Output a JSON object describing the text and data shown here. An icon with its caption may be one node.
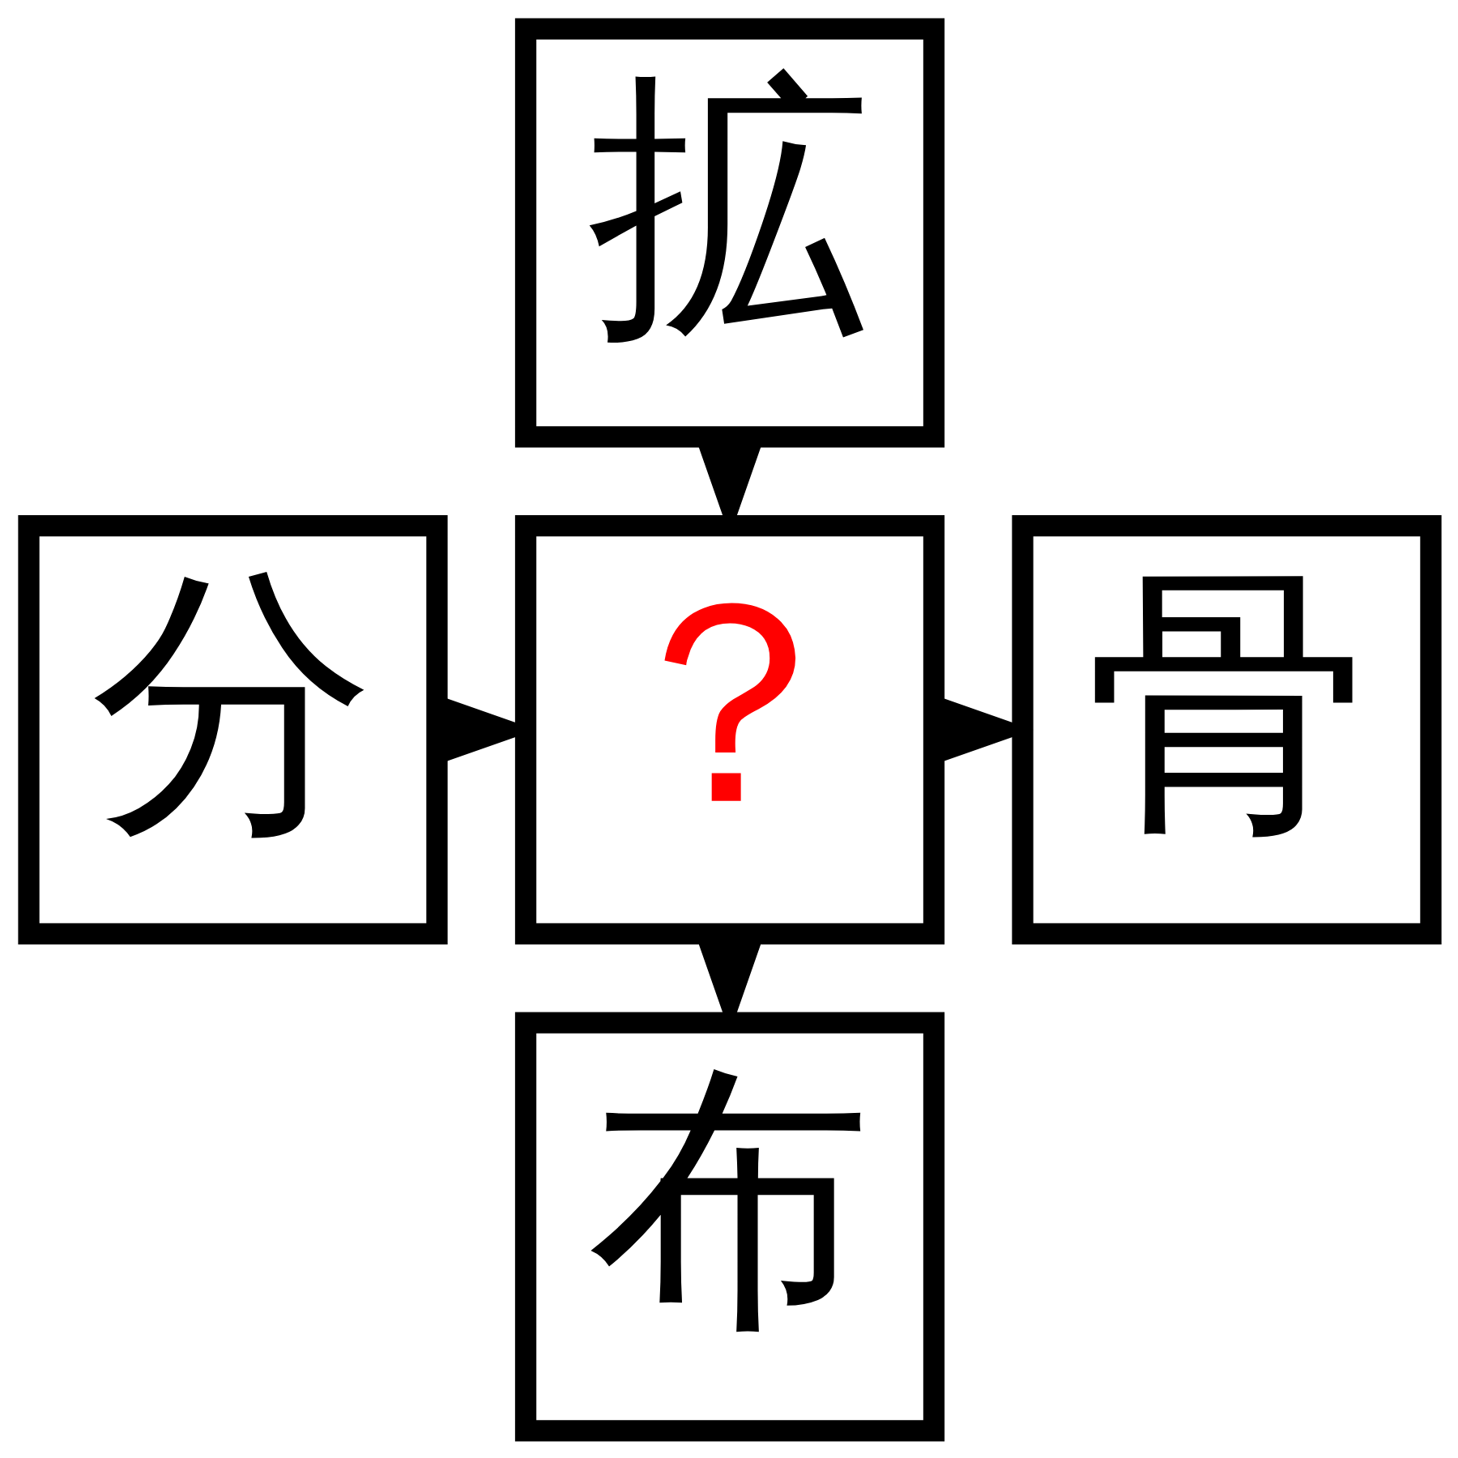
{
  "diagram": {
    "nodes": [
      {
        "text": [
          "拡"
        ]
      },
      {
        "text": [
          "分"
        ]
      },
      {
        "text": [
          "？"
        ]
      },
      {
        "text": [
          "骨"
        ]
      },
      {
        "text": [
          "布"
        ]
      }
    ],
    "edges": [
      {
        "from": 0,
        "to": 2,
        "arrow": "to"
      },
      {
        "from": 1,
        "to": 2,
        "arrow": "to"
      },
      {
        "from": 2,
        "to": 3,
        "arrow": "to"
      },
      {
        "from": 2,
        "to": 4,
        "arrow": "to"
      }
    ]
  }
}
